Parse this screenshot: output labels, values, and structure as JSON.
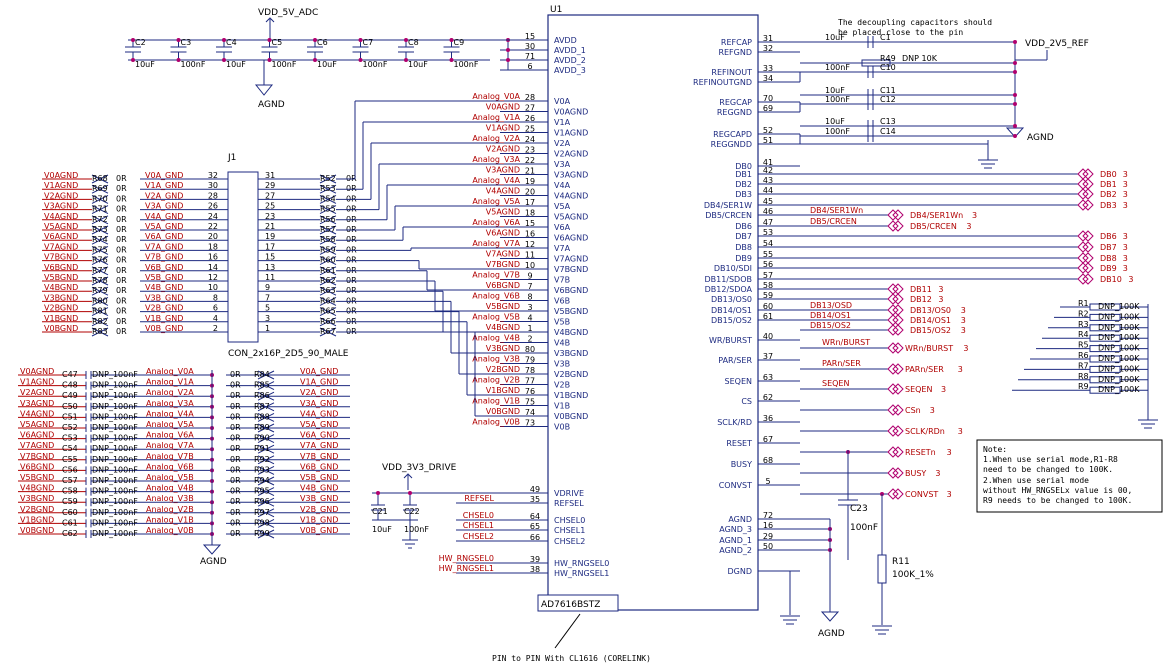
{
  "colors": {
    "wire": "#1d2a80",
    "net": "#b00000",
    "junction": "#b0006e",
    "body": "#1d2a80",
    "text": "#000000"
  },
  "icons": [
    "ground-icon",
    "power-icon",
    "capacitor-icon",
    "resistor-icon",
    "offpage-connector-icon"
  ],
  "labels": {
    "vdd5": "VDD_5V_ADC",
    "agnd_top": "AGND",
    "vdd3": "VDD_3V3_DRIVE",
    "vdd2v5": "VDD_2V5_REF",
    "agnd_right": "AGND",
    "agnd_left": "AGND",
    "agnd_bottom": "AGND",
    "decoup_note": [
      "The decoupling capacitors should",
      "be placed close to the pin"
    ],
    "pin_note": "PIN to PIN With CL1616 (CORELINK)",
    "note": [
      "Note:",
      "1.When use serial mode,R1-R8",
      "need to be changed to 100K.",
      "2.When use serial mode",
      "without HW_RNGSELx value is 00,",
      "R9 needs to be changed to 100K."
    ]
  },
  "u1": {
    "ref": "U1",
    "part": "AD7616BSTZ",
    "left_pins": [
      {
        "num": "15",
        "name": "AVDD",
        "net": ""
      },
      {
        "num": "30",
        "name": "AVDD_1",
        "net": ""
      },
      {
        "num": "71",
        "name": "AVDD_2",
        "net": ""
      },
      {
        "num": "6",
        "name": "AVDD_3",
        "net": ""
      },
      {
        "num": "28",
        "name": "V0A",
        "net": "Analog_V0A"
      },
      {
        "num": "27",
        "name": "V0AGND",
        "net": "V0AGND"
      },
      {
        "num": "26",
        "name": "V1A",
        "net": "Analog_V1A"
      },
      {
        "num": "25",
        "name": "V1AGND",
        "net": "V1AGND"
      },
      {
        "num": "24",
        "name": "V2A",
        "net": "Analog_V2A"
      },
      {
        "num": "23",
        "name": "V2AGND",
        "net": "V2AGND"
      },
      {
        "num": "22",
        "name": "V3A",
        "net": "Analog_V3A"
      },
      {
        "num": "21",
        "name": "V3AGND",
        "net": "V3AGND"
      },
      {
        "num": "19",
        "name": "V4A",
        "net": "Analog_V4A"
      },
      {
        "num": "20",
        "name": "V4AGND",
        "net": "V4AGND"
      },
      {
        "num": "17",
        "name": "V5A",
        "net": "Analog_V5A"
      },
      {
        "num": "18",
        "name": "V5AGND",
        "net": "V5AGND"
      },
      {
        "num": "15",
        "name": "V6A",
        "net": "Analog_V6A"
      },
      {
        "num": "16",
        "name": "V6AGND",
        "net": "V6AGND"
      },
      {
        "num": "12",
        "name": "V7A",
        "net": "Analog_V7A"
      },
      {
        "num": "11",
        "name": "V7AGND",
        "net": "V7AGND"
      },
      {
        "num": "10",
        "name": "V7BGND",
        "net": "V7BGND"
      },
      {
        "num": "9",
        "name": "V7B",
        "net": "Analog_V7B"
      },
      {
        "num": "7",
        "name": "V6BGND",
        "net": "V6BGND"
      },
      {
        "num": "8",
        "name": "V6B",
        "net": "Analog_V6B"
      },
      {
        "num": "3",
        "name": "V5BGND",
        "net": "V5BGND"
      },
      {
        "num": "4",
        "name": "V5B",
        "net": "Analog_V5B"
      },
      {
        "num": "1",
        "name": "V4BGND",
        "net": "V4BGND"
      },
      {
        "num": "2",
        "name": "V4B",
        "net": "Analog_V4B"
      },
      {
        "num": "80",
        "name": "V3BGND",
        "net": "V3BGND"
      },
      {
        "num": "79",
        "name": "V3B",
        "net": "Analog_V3B"
      },
      {
        "num": "78",
        "name": "V2BGND",
        "net": "V2BGND"
      },
      {
        "num": "77",
        "name": "V2B",
        "net": "Analog_V2B"
      },
      {
        "num": "76",
        "name": "V1BGND",
        "net": "V1BGND"
      },
      {
        "num": "75",
        "name": "V1B",
        "net": "Analog_V1B"
      },
      {
        "num": "74",
        "name": "V0BGND",
        "net": "V0BGND"
      },
      {
        "num": "73",
        "name": "V0B",
        "net": "Analog_V0B"
      }
    ],
    "left_lower": [
      {
        "num": "49",
        "name": "VDRIVE",
        "net": ""
      },
      {
        "num": "35",
        "name": "REFSEL",
        "net": "REFSEL"
      },
      {
        "num": "64",
        "name": "CHSEL0",
        "net": "CHSEL0"
      },
      {
        "num": "65",
        "name": "CHSEL1",
        "net": "CHSEL1"
      },
      {
        "num": "66",
        "name": "CHSEL2",
        "net": "CHSEL2"
      },
      {
        "num": "39",
        "name": "HW_RNGSEL0",
        "net": "HW_RNGSEL0"
      },
      {
        "num": "38",
        "name": "HW_RNGSEL1",
        "net": "HW_RNGSEL1"
      }
    ],
    "right_pins": [
      {
        "num": "31",
        "name": "REFCAP"
      },
      {
        "num": "32",
        "name": "REFGND"
      },
      {
        "num": "33",
        "name": "REFINOUT"
      },
      {
        "num": "34",
        "name": "REFINOUTGND"
      },
      {
        "num": "70",
        "name": "REGCAP"
      },
      {
        "num": "69",
        "name": "REGGND"
      },
      {
        "num": "52",
        "name": "REGCAPD"
      },
      {
        "num": "51",
        "name": "REGGNDD"
      },
      {
        "num": "41",
        "name": "DB0"
      },
      {
        "num": "42",
        "name": "DB1"
      },
      {
        "num": "43",
        "name": "DB2"
      },
      {
        "num": "44",
        "name": "DB3"
      },
      {
        "num": "45",
        "name": "DB4/SER1W"
      },
      {
        "num": "46",
        "name": "DB5/CRCEN"
      },
      {
        "num": "47",
        "name": "DB6"
      },
      {
        "num": "53",
        "name": "DB7"
      },
      {
        "num": "54",
        "name": "DB8"
      },
      {
        "num": "55",
        "name": "DB9"
      },
      {
        "num": "56",
        "name": "DB10/SDI"
      },
      {
        "num": "57",
        "name": "DB11/SDOB"
      },
      {
        "num": "58",
        "name": "DB12/SDOA"
      },
      {
        "num": "59",
        "name": "DB13/OS0"
      },
      {
        "num": "60",
        "name": "DB14/OS1"
      },
      {
        "num": "61",
        "name": "DB15/OS2"
      },
      {
        "num": "40",
        "name": "WR/BURST"
      },
      {
        "num": "37",
        "name": "PAR/SER"
      },
      {
        "num": "63",
        "name": "SEQEN"
      },
      {
        "num": "62",
        "name": "CS"
      },
      {
        "num": "36",
        "name": "SCLK/RD"
      },
      {
        "num": "67",
        "name": "RESET"
      },
      {
        "num": "68",
        "name": "BUSY"
      },
      {
        "num": "5",
        "name": "CONVST"
      },
      {
        "num": "72",
        "name": "AGND"
      },
      {
        "num": "16",
        "name": "AGND_3"
      },
      {
        "num": "29",
        "name": "AGND_1"
      },
      {
        "num": "50",
        "name": "AGND_2"
      },
      {
        "num": "",
        "name": "DGND"
      }
    ]
  },
  "top_caps": [
    {
      "ref": "C2",
      "val": "10uF"
    },
    {
      "ref": "C3",
      "val": "100nF"
    },
    {
      "ref": "C4",
      "val": "10uF"
    },
    {
      "ref": "C5",
      "val": "100nF"
    },
    {
      "ref": "C6",
      "val": "10uF"
    },
    {
      "ref": "C7",
      "val": "100nF"
    },
    {
      "ref": "C8",
      "val": "10uF"
    },
    {
      "ref": "C9",
      "val": "100nF"
    }
  ],
  "ref_caps": [
    {
      "ref": "C1",
      "val": "10uF"
    },
    {
      "ref": "R49",
      "val": "DNP 10K"
    },
    {
      "ref": "C10",
      "val": "100nF"
    },
    {
      "ref": "C11",
      "val": "10uF"
    },
    {
      "ref": "C12",
      "val": "100nF"
    },
    {
      "ref": "C13",
      "val": "10uF"
    },
    {
      "ref": "C14",
      "val": "100nF"
    }
  ],
  "j1": {
    "ref": "J1",
    "part": "CON_2x16P_2D5_90_MALE",
    "rows": [
      {
        "l": "32",
        "r": "31",
        "lnet": "V0A_GND",
        "rnet": ""
      },
      {
        "l": "30",
        "r": "29",
        "lnet": "V1A_GND",
        "rnet": ""
      },
      {
        "l": "28",
        "r": "27",
        "lnet": "V2A_GND",
        "rnet": ""
      },
      {
        "l": "26",
        "r": "25",
        "lnet": "V3A_GND",
        "rnet": ""
      },
      {
        "l": "24",
        "r": "23",
        "lnet": "V4A_GND",
        "rnet": ""
      },
      {
        "l": "22",
        "r": "21",
        "lnet": "V5A_GND",
        "rnet": ""
      },
      {
        "l": "20",
        "r": "19",
        "lnet": "V6A_GND",
        "rnet": ""
      },
      {
        "l": "18",
        "r": "17",
        "lnet": "V7A_GND",
        "rnet": ""
      },
      {
        "l": "16",
        "r": "15",
        "lnet": "V7B_GND",
        "rnet": ""
      },
      {
        "l": "14",
        "r": "13",
        "lnet": "V6B_GND",
        "rnet": ""
      },
      {
        "l": "12",
        "r": "11",
        "lnet": "V5B_GND",
        "rnet": ""
      },
      {
        "l": "10",
        "r": "9",
        "lnet": "V4B_GND",
        "rnet": ""
      },
      {
        "l": "8",
        "r": "7",
        "lnet": "V3B_GND",
        "rnet": ""
      },
      {
        "l": "6",
        "r": "5",
        "lnet": "V2B_GND",
        "rnet": ""
      },
      {
        "l": "4",
        "r": "3",
        "lnet": "V1B_GND",
        "rnet": ""
      },
      {
        "l": "2",
        "r": "1",
        "lnet": "V0B_GND",
        "rnet": ""
      }
    ]
  },
  "left_res": [
    {
      "net": "V0AGND",
      "ref": "R68",
      "val": "0R"
    },
    {
      "net": "V1AGND",
      "ref": "R69",
      "val": "0R"
    },
    {
      "net": "V2AGND",
      "ref": "R70",
      "val": "0R"
    },
    {
      "net": "V3AGND",
      "ref": "R71",
      "val": "0R"
    },
    {
      "net": "V4AGND",
      "ref": "R72",
      "val": "0R"
    },
    {
      "net": "V5AGND",
      "ref": "R73",
      "val": "0R"
    },
    {
      "net": "V6AGND",
      "ref": "R74",
      "val": "0R"
    },
    {
      "net": "V7AGND",
      "ref": "R75",
      "val": "0R"
    },
    {
      "net": "V7BGND",
      "ref": "R76",
      "val": "0R"
    },
    {
      "net": "V6BGND",
      "ref": "R77",
      "val": "0R"
    },
    {
      "net": "V5BGND",
      "ref": "R78",
      "val": "0R"
    },
    {
      "net": "V4BGND",
      "ref": "R79",
      "val": "0R"
    },
    {
      "net": "V3BGND",
      "ref": "R80",
      "val": "0R"
    },
    {
      "net": "V2BGND",
      "ref": "R81",
      "val": "0R"
    },
    {
      "net": "V1BGND",
      "ref": "R82",
      "val": "0R"
    },
    {
      "net": "V0BGND",
      "ref": "R83",
      "val": "0R"
    }
  ],
  "mid_res": [
    {
      "ref": "R52",
      "val": "0R"
    },
    {
      "ref": "R53",
      "val": "0R"
    },
    {
      "ref": "R54",
      "val": "0R"
    },
    {
      "ref": "R55",
      "val": "0R"
    },
    {
      "ref": "R56",
      "val": "0R"
    },
    {
      "ref": "R57",
      "val": "0R"
    },
    {
      "ref": "R58",
      "val": "0R"
    },
    {
      "ref": "R59",
      "val": "0R"
    },
    {
      "ref": "R60",
      "val": "0R"
    },
    {
      "ref": "R61",
      "val": "0R"
    },
    {
      "ref": "R62",
      "val": "0R"
    },
    {
      "ref": "R63",
      "val": "0R"
    },
    {
      "ref": "R64",
      "val": "0R"
    },
    {
      "ref": "R65",
      "val": "0R"
    },
    {
      "ref": "R66",
      "val": "0R"
    },
    {
      "ref": "R67",
      "val": "0R"
    }
  ],
  "bottom_caps": [
    {
      "net": "V0AGND",
      "ref": "C47",
      "val": "DNP_100nF",
      "analog": "Analog_V0A",
      "rref": "R84",
      "gnd": "V0A_GND"
    },
    {
      "net": "V1AGND",
      "ref": "C48",
      "val": "DNP_100nF",
      "analog": "Analog_V1A",
      "rref": "R85",
      "gnd": "V1A_GND"
    },
    {
      "net": "V2AGND",
      "ref": "C49",
      "val": "DNP_100nF",
      "analog": "Analog_V2A",
      "rref": "R86",
      "gnd": "V2A_GND"
    },
    {
      "net": "V3AGND",
      "ref": "C50",
      "val": "DNP_100nF",
      "analog": "Analog_V3A",
      "rref": "R87",
      "gnd": "V3A_GND"
    },
    {
      "net": "V4AGND",
      "ref": "C51",
      "val": "DNP_100nF",
      "analog": "Analog_V4A",
      "rref": "R88",
      "gnd": "V4A_GND"
    },
    {
      "net": "V5AGND",
      "ref": "C52",
      "val": "DNP_100nF",
      "analog": "Analog_V5A",
      "rref": "R89",
      "gnd": "V5A_GND"
    },
    {
      "net": "V6AGND",
      "ref": "C53",
      "val": "DNP_100nF",
      "analog": "Analog_V6A",
      "rref": "R90",
      "gnd": "V6A_GND"
    },
    {
      "net": "V7AGND",
      "ref": "C54",
      "val": "DNP_100nF",
      "analog": "Analog_V7A",
      "rref": "R91",
      "gnd": "V7A_GND"
    },
    {
      "net": "V7BGND",
      "ref": "C55",
      "val": "DNP_100nF",
      "analog": "Analog_V7B",
      "rref": "R92",
      "gnd": "V7B_GND"
    },
    {
      "net": "V6BGND",
      "ref": "C56",
      "val": "DNP_100nF",
      "analog": "Analog_V6B",
      "rref": "R93",
      "gnd": "V6B_GND"
    },
    {
      "net": "V5BGND",
      "ref": "C57",
      "val": "DNP_100nF",
      "analog": "Analog_V5B",
      "rref": "R94",
      "gnd": "V5B_GND"
    },
    {
      "net": "V4BGND",
      "ref": "C58",
      "val": "DNP_100nF",
      "analog": "Analog_V4B",
      "rref": "R95",
      "gnd": "V4B_GND"
    },
    {
      "net": "V3BGND",
      "ref": "C59",
      "val": "DNP_100nF",
      "analog": "Analog_V3B",
      "rref": "R96",
      "gnd": "V3B_GND"
    },
    {
      "net": "V2BGND",
      "ref": "C60",
      "val": "DNP_100nF",
      "analog": "Analog_V2B",
      "rref": "R97",
      "gnd": "V2B_GND"
    },
    {
      "net": "V1BGND",
      "ref": "C61",
      "val": "DNP_100nF",
      "analog": "Analog_V1B",
      "rref": "R98",
      "gnd": "V1B_GND"
    },
    {
      "net": "V0BGND",
      "ref": "C62",
      "val": "DNP_100nF",
      "analog": "Analog_V0B",
      "rref": "R99",
      "gnd": "V0B_GND"
    }
  ],
  "vdrive_caps": [
    {
      "ref": "C21",
      "val": "10uF"
    },
    {
      "ref": "C22",
      "val": "100nF"
    }
  ],
  "db_nets": [
    {
      "net": "DB0",
      "n": "3"
    },
    {
      "net": "DB1",
      "n": "3"
    },
    {
      "net": "DB2",
      "n": "3"
    },
    {
      "net": "DB3",
      "n": "3"
    },
    {
      "net": "DB4/SER1Wn",
      "n": "3",
      "inline": "DB4/SER1Wn"
    },
    {
      "net": "DB5/CRCEN",
      "n": "3",
      "inline": "DB5/CRCEN"
    },
    {
      "net": "DB6",
      "n": "3"
    },
    {
      "net": "DB7",
      "n": "3"
    },
    {
      "net": "DB8",
      "n": "3"
    },
    {
      "net": "DB9",
      "n": "3"
    },
    {
      "net": "DB10",
      "n": "3"
    },
    {
      "net": "DB11",
      "n": "3"
    },
    {
      "net": "DB12",
      "n": "3"
    },
    {
      "net": "DB13/OS0",
      "n": "3",
      "inline": "DB13/OSD"
    },
    {
      "net": "DB14/OS1",
      "n": "3",
      "inline": "DB14/OS1"
    },
    {
      "net": "DB15/OS2",
      "n": "3",
      "inline": "DB15/OS2"
    }
  ],
  "ctrl_nets": [
    {
      "net": "WRn/BURST",
      "n": "3",
      "inline": "WRn/BURST"
    },
    {
      "net": "PARn/SER",
      "n": "3",
      "inline": "PARn/SER"
    },
    {
      "net": "SEQEN",
      "n": "3",
      "inline": "SEQEN"
    },
    {
      "net": "CSn",
      "n": "3",
      "inline": ""
    },
    {
      "net": "SCLK/RDn",
      "n": "3",
      "inline": ""
    },
    {
      "net": "RESETn",
      "n": "3",
      "inline": ""
    },
    {
      "net": "BUSY",
      "n": "3",
      "inline": ""
    },
    {
      "net": "CONVST",
      "n": "3",
      "inline": ""
    }
  ],
  "pullups": [
    {
      "ref": "R1",
      "val": "DNP_100K"
    },
    {
      "ref": "R2",
      "val": "DNP_100K"
    },
    {
      "ref": "R3",
      "val": "DNP_100K"
    },
    {
      "ref": "R4",
      "val": "DNP_100K"
    },
    {
      "ref": "R5",
      "val": "DNP_100K"
    },
    {
      "ref": "R6",
      "val": "DNP_100K"
    },
    {
      "ref": "R7",
      "val": "DNP_100K"
    },
    {
      "ref": "R8",
      "val": "DNP_100K"
    },
    {
      "ref": "R9",
      "val": "DNP_100K"
    }
  ],
  "c23": {
    "ref": "C23",
    "val": "100nF"
  },
  "r11": {
    "ref": "R11",
    "val": "100K_1%"
  }
}
